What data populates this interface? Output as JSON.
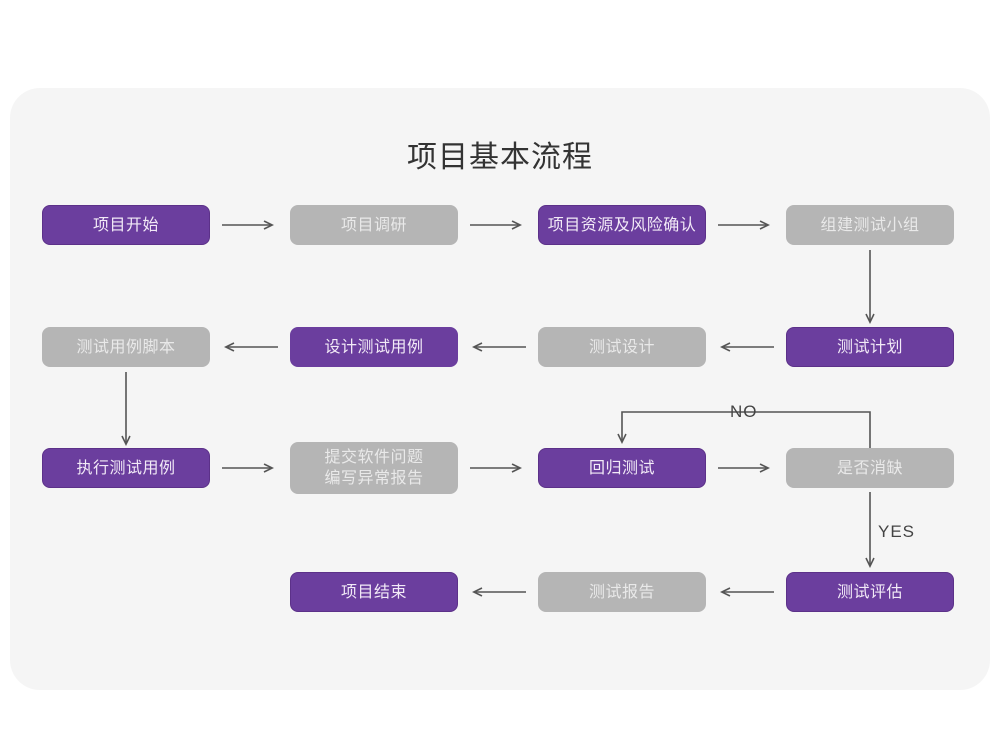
{
  "page": {
    "title": "项目基本流程",
    "background": "#ffffff",
    "panel_color": "#f5f5f5"
  },
  "colors": {
    "purple": "#6b3e9e",
    "purple_border": "#5c3189",
    "gray": "#b5b5b5",
    "purple_text": "#f2eaf7",
    "gray_text": "#e9e9e9",
    "title_text": "#333333",
    "connector": "#555555",
    "label_text": "#444444"
  },
  "chart_data": {
    "type": "diagram",
    "title": "项目基本流程",
    "nodes": [
      {
        "id": "n1",
        "label": "项目开始",
        "style": "purple",
        "row": 1,
        "col": 1
      },
      {
        "id": "n2",
        "label": "项目调研",
        "style": "gray",
        "row": 1,
        "col": 2
      },
      {
        "id": "n3",
        "label": "项目资源及风险确认",
        "style": "purple",
        "row": 1,
        "col": 3
      },
      {
        "id": "n4",
        "label": "组建测试小组",
        "style": "gray",
        "row": 1,
        "col": 4
      },
      {
        "id": "n5",
        "label": "测试用例脚本",
        "style": "gray",
        "row": 2,
        "col": 1
      },
      {
        "id": "n6",
        "label": "设计测试用例",
        "style": "purple",
        "row": 2,
        "col": 2
      },
      {
        "id": "n7",
        "label": "测试设计",
        "style": "gray",
        "row": 2,
        "col": 3
      },
      {
        "id": "n8",
        "label": "测试计划",
        "style": "purple",
        "row": 2,
        "col": 4
      },
      {
        "id": "n9",
        "label": "执行测试用例",
        "style": "purple",
        "row": 3,
        "col": 1
      },
      {
        "id": "n10",
        "label": "提交软件问题\n编写异常报告",
        "style": "gray",
        "row": 3,
        "col": 2
      },
      {
        "id": "n11",
        "label": "回归测试",
        "style": "purple",
        "row": 3,
        "col": 3
      },
      {
        "id": "n12",
        "label": "是否消缺",
        "style": "gray",
        "row": 3,
        "col": 4
      },
      {
        "id": "n13",
        "label": "项目结束",
        "style": "purple",
        "row": 4,
        "col": 2
      },
      {
        "id": "n14",
        "label": "测试报告",
        "style": "gray",
        "row": 4,
        "col": 3
      },
      {
        "id": "n15",
        "label": "测试评估",
        "style": "purple",
        "row": 4,
        "col": 4
      }
    ],
    "edges": [
      {
        "from": "n1",
        "to": "n2",
        "label": "",
        "direction": "right"
      },
      {
        "from": "n2",
        "to": "n3",
        "label": "",
        "direction": "right"
      },
      {
        "from": "n3",
        "to": "n4",
        "label": "",
        "direction": "right"
      },
      {
        "from": "n4",
        "to": "n8",
        "label": "",
        "direction": "down"
      },
      {
        "from": "n8",
        "to": "n7",
        "label": "",
        "direction": "left"
      },
      {
        "from": "n7",
        "to": "n6",
        "label": "",
        "direction": "left"
      },
      {
        "from": "n6",
        "to": "n5",
        "label": "",
        "direction": "left"
      },
      {
        "from": "n5",
        "to": "n9",
        "label": "",
        "direction": "down"
      },
      {
        "from": "n9",
        "to": "n10",
        "label": "",
        "direction": "right"
      },
      {
        "from": "n10",
        "to": "n11",
        "label": "",
        "direction": "right"
      },
      {
        "from": "n11",
        "to": "n12",
        "label": "",
        "direction": "right"
      },
      {
        "from": "n12",
        "to": "n11",
        "label": "NO",
        "direction": "loop-up-left-down"
      },
      {
        "from": "n12",
        "to": "n15",
        "label": "YES",
        "direction": "down"
      },
      {
        "from": "n15",
        "to": "n14",
        "label": "",
        "direction": "left"
      },
      {
        "from": "n14",
        "to": "n13",
        "label": "",
        "direction": "left"
      }
    ],
    "edge_labels": [
      "NO",
      "YES"
    ]
  }
}
